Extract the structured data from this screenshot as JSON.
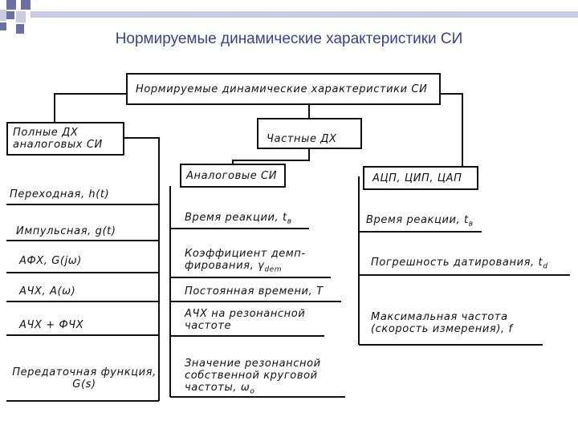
{
  "slide": {
    "title": "Нормируемые динамические характеристики СИ"
  },
  "diagram": {
    "root": "Нормируемые динамические характеристики СИ",
    "full": {
      "header": "Полные ДХ аналоговых СИ",
      "items": [
        "Переходная, h(t)",
        "Импульсная, g(t)",
        "АФХ, G(jω)",
        "АЧХ, A(ω)",
        "АЧХ + ФЧХ",
        "Передаточная функция, G(s)"
      ]
    },
    "partial": {
      "header": "Частные ДХ",
      "analog": {
        "header": "Аналоговые СИ",
        "reaction_time": "Время реакции, t",
        "reaction_time_sub": "в",
        "damping_line1": "Коэффициент демп-",
        "damping_line2": "фирования, γ",
        "damping_sub": "dem",
        "time_constant": "Постоянная времени, T",
        "resonance_afc": "АЧХ на резонансной частоте",
        "natural_freq": "Значение резонансной собственной круговой частоты, ω",
        "natural_freq_sub": "о"
      },
      "digital": {
        "header": "АЦП, ЦИП, ЦАП",
        "reaction_time": "Время реакции, t",
        "reaction_time_sub": "в",
        "dating_error": "Погрешность датирования, t",
        "dating_error_sub": "d",
        "max_freq": "Максимальная частота (скорость измерения), f"
      }
    }
  }
}
